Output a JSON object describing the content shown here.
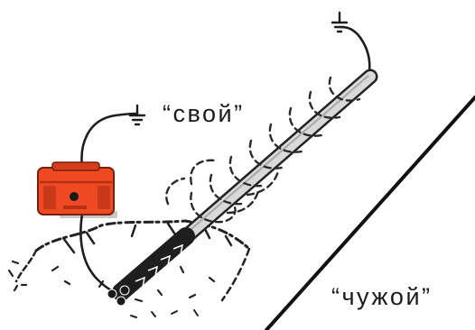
{
  "labels": {
    "own": "“свой”",
    "foreign": "“чужой”"
  },
  "icons": {
    "ground_symbol": "ground-icon",
    "device": "orange-tracer-case"
  },
  "colors": {
    "device_body": "#ef4a23",
    "device_shadow": "#b83012",
    "wire": "#1e1e1e",
    "cable_sheath": "#d4d4d4",
    "cable_outline": "#222222",
    "divider": "#111111"
  }
}
